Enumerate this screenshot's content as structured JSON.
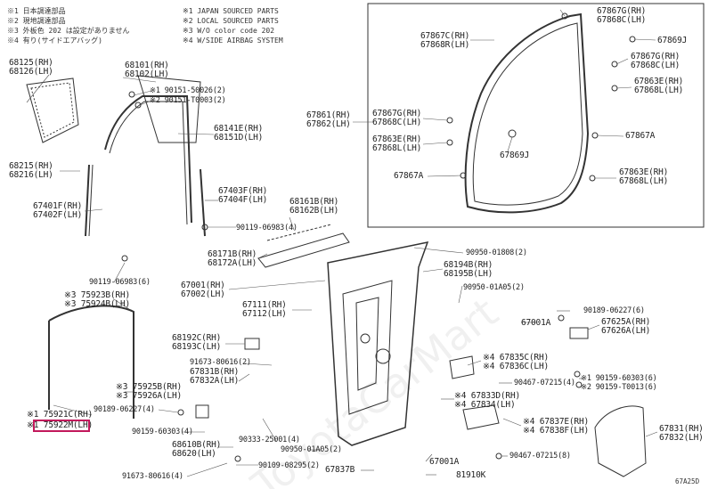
{
  "legend": {
    "left": [
      "※1 日本調達部品",
      "※2 現地調達部品",
      "※3 外板色 202 は設定がありません",
      "※4 有り(サイドエアバッグ)"
    ],
    "right": [
      "※1 JAPAN SOURCED PARTS",
      "※2 LOCAL SOURCED PARTS",
      "※3 W/O color code 202",
      "※4 W/SIDE AIRBAG SYSTEM"
    ]
  },
  "labels": {
    "p68125": "68125(RH)\n68126(LH)",
    "p68101": "68101(RH)\n68102(LH)",
    "p90151a": "※1 90151-50026(2)",
    "p90151b": "※2 90151-T0003(2)",
    "p68141": "68141E(RH)\n68151D(LH)",
    "p68215": "68215(RH)\n68216(LH)",
    "p67401": "67401F(RH)\n67402F(LH)",
    "p67403": "67403F(RH)\n67404F(LH)",
    "p68161": "68161B(RH)\n68162B(LH)",
    "p90119a": "90119-06983(4)",
    "p90119b": "90119-06983(6)",
    "p68171": "68171B(RH)\n68172A(LH)",
    "p67001": "67001(RH)\n67002(LH)",
    "p67111": "67111(RH)\n67112(LH)",
    "p75923": "※3 75923B(RH)\n※3 75924B(LH)",
    "p75925": "※3 75925B(RH)\n※3 75926A(LH)",
    "p75921": "※1 75921C(RH)",
    "p75922": "※1 75922M(LH)",
    "p90189a": "90189-06227(4)",
    "p68192": "68192C(RH)\n68193C(LH)",
    "p91673a": "91673-80616(2)",
    "p67831b": "67831B(RH)\n67832A(LH)",
    "p90159": "90159-60303(4)",
    "p68610": "68610B(RH)\n68620(LH)",
    "p91673b": "91673-80616(4)",
    "p90333": "90333-25001(4)",
    "p90109": "90109-08295(2)",
    "p90950c": "90950-01A05(2)",
    "p67837B": "67837B",
    "p67001A": "67001A",
    "p81910": "81910K",
    "p90950a": "90950-01808(2)",
    "p68194": "68194B(RH)\n68195B(LH)",
    "p90950b": "90950-01A05(2)",
    "p90189b": "90189-06227(6)",
    "p67001Ab": "67001A",
    "p67625": "67625A(RH)\n67626A(LH)",
    "p67835": "※4 67835C(RH)\n※4 67836C(LH)",
    "p90467a": "90467-07215(4)",
    "p67833": "※4 67833D(RH)\n※4 67834(LH)",
    "p67837": "※4 67837E(RH)\n※4 67838F(LH)",
    "p90467b": "90467-07215(8)",
    "p90159b": "※1 90159-60303(6)\n※2 90159-T0013(6)",
    "p67831": "67831(RH)\n67832(LH)",
    "p67867C_top": "67867G(RH)\n67868C(LH)",
    "p67867C": "67867C(RH)\n67868R(LH)",
    "p67869J_top": "67869J",
    "p67867G": "67867G(RH)\n67868C(LH)",
    "p67863": "67863E(RH)\n67868L(LH)",
    "p67861": "67861(RH)\n67862(LH)",
    "p67867Gm": "67867G(RH)\n67868C(LH)",
    "p67863m": "67863E(RH)\n67868L(LH)",
    "p67869J": "67869J",
    "p67867A_r": "67867A",
    "p67867A": "67867A",
    "p67863b": "67863E(RH)\n67868L(LH)"
  },
  "diagram_code": "67A25D",
  "watermark": "ToyotaCarMart"
}
